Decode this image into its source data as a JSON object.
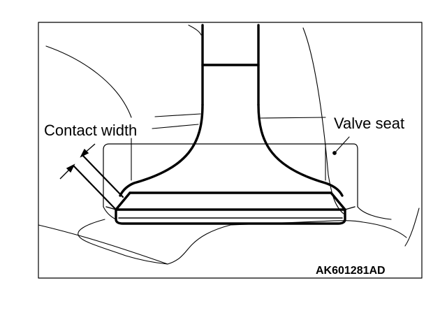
{
  "diagram": {
    "labels": {
      "contact_width": "Contact width",
      "valve_seat": "Valve seat",
      "figure_code": "AK601281AD"
    }
  }
}
